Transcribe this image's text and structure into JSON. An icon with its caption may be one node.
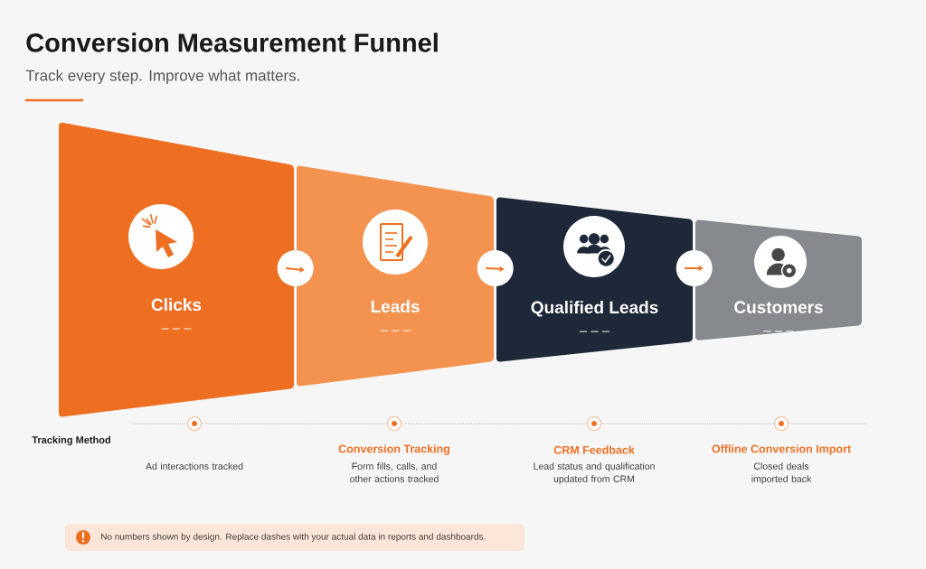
{
  "diagram": {
    "title": "Conversion Measurement Funnel",
    "nodes": [
      {
        "text": [
          "Clicks",
          "– – –"
        ]
      },
      {
        "text": [
          "Leads",
          "– – –"
        ]
      },
      {
        "text": [
          "Qualified Leads",
          "– – –"
        ]
      },
      {
        "text": [
          "Customers",
          "– – –"
        ]
      }
    ],
    "edges": [
      {
        "from": 0,
        "to": 1,
        "arrow": "to"
      },
      {
        "from": 1,
        "to": 2,
        "arrow": "to"
      },
      {
        "from": 2,
        "to": 3,
        "arrow": "to"
      }
    ],
    "labels": [
      "Track every step. Improve what matters.",
      "Tracking Method",
      "Ad interactions tracked",
      "Conversion Tracking",
      "Form fills, calls, and other actions tracked",
      "CRM Feedback",
      "Lead status and qualification updated from CRM",
      "Offline Conversion Import",
      "Closed deals imported back",
      "No numbers shown by design. Replace dashes with your actual data in reports and dashboards."
    ]
  }
}
